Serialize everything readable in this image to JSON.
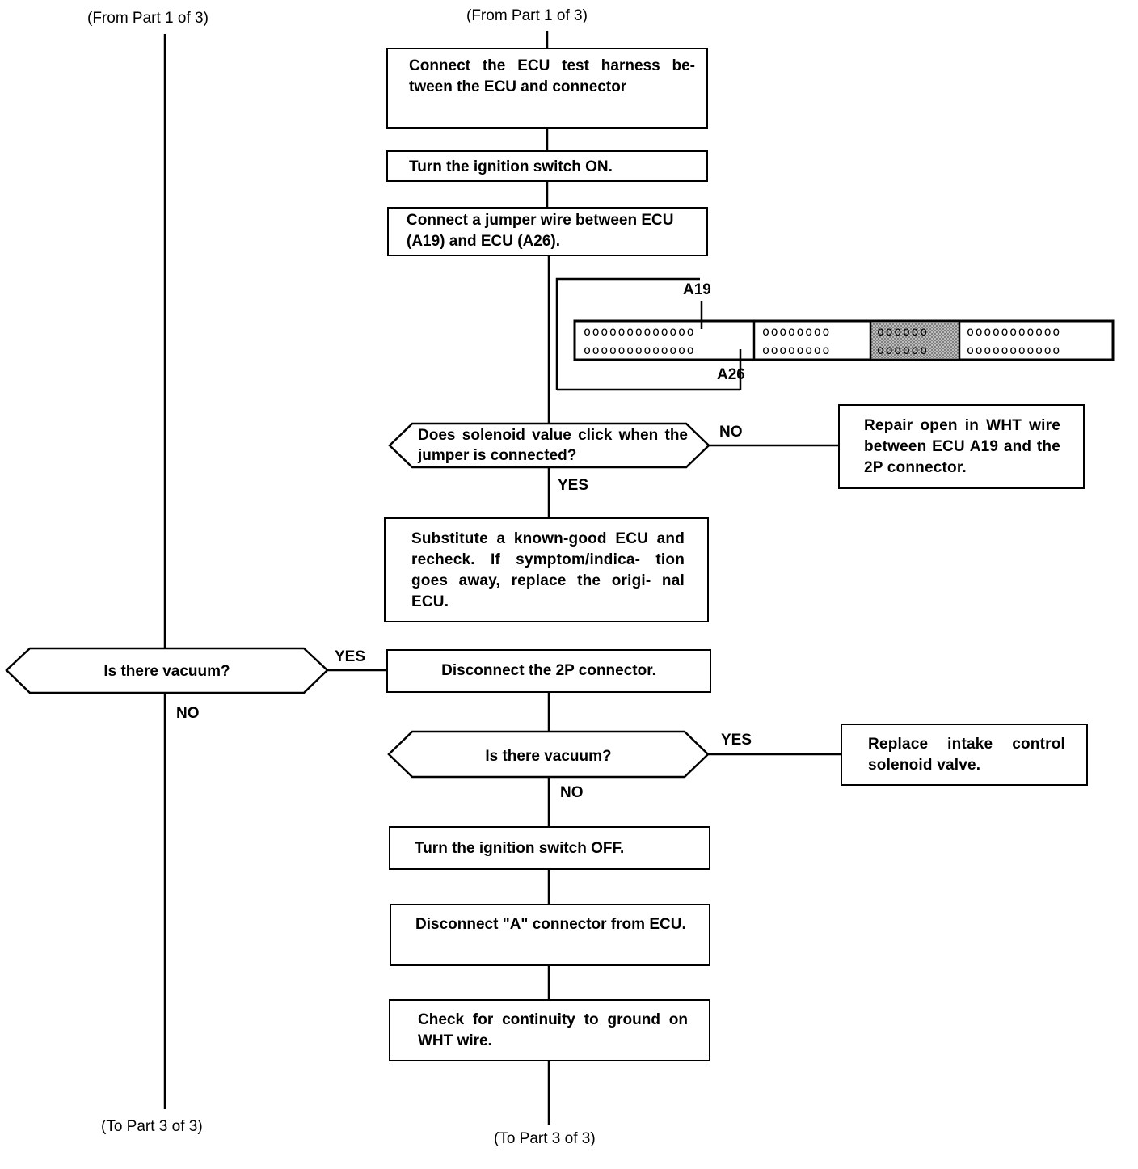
{
  "refs": {
    "from_left": "(From Part 1 of 3)",
    "from_center": "(From Part 1 of 3)",
    "to_left": "(To Part 3 of 3)",
    "to_center": "(To Part 3 of 3)"
  },
  "steps": {
    "connect_harness": "Connect the ECU test harness be- tween the ECU and connector",
    "ignition_on": "Turn the ignition switch ON.",
    "jumper": "Connect a jumper wire between ECU (A19) and ECU (A26).",
    "substitute_ecu": "Substitute a known-good ECU and recheck. If symptom/indica- tion goes away, replace the origi- nal ECU.",
    "disconnect_2p": "Disconnect the 2P connector.",
    "ignition_off": "Turn the ignition switch OFF.",
    "disconnect_a": "Disconnect \"A\" connector from ECU.",
    "check_continuity": "Check for continuity to ground on WHT wire."
  },
  "decisions": {
    "solenoid_click": "Does solenoid value click when the jumper is connected?",
    "vacuum_left": "Is there vacuum?",
    "vacuum_center": "Is there vacuum?"
  },
  "results": {
    "repair_open": "Repair open in WHT wire between ECU A19 and the 2P connector.",
    "replace_solenoid": "Replace intake control solenoid valve."
  },
  "branch_labels": {
    "no_solenoid": "NO",
    "yes_solenoid": "YES",
    "yes_vacuum_left": "YES",
    "no_vacuum_left": "NO",
    "yes_vacuum_center": "YES",
    "no_vacuum_center": "NO"
  },
  "connector": {
    "pin_top": "A19",
    "pin_bottom": "A26",
    "sections": [
      {
        "top": "ooooooooooooo",
        "bottom": "ooooooooooooo"
      },
      {
        "top": "oooooooo",
        "bottom": "oooooooo"
      },
      {
        "top": "oooooo",
        "bottom": "oooooo",
        "shaded": true
      },
      {
        "top": "ooooooooooo",
        "bottom": "ooooooooooo"
      }
    ]
  }
}
